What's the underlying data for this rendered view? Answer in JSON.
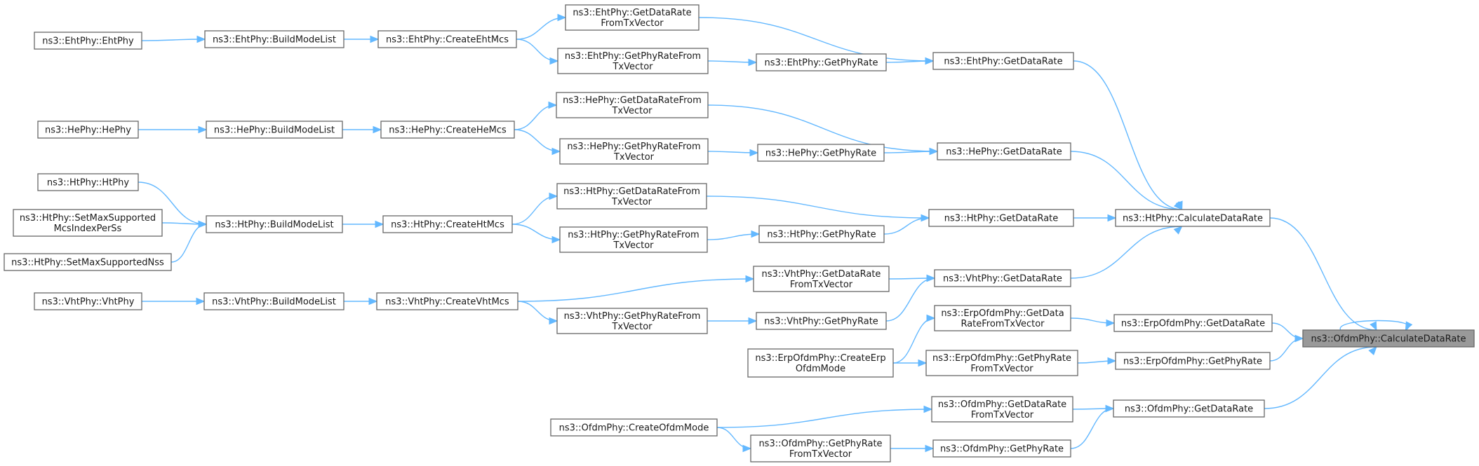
{
  "diagram": {
    "nodes": [
      {
        "id": "n_ofdm_calc",
        "lines": [
          "ns3::OfdmPhy::CalculateDataRate"
        ],
        "root": true
      },
      {
        "id": "n_ht_calc",
        "lines": [
          "ns3::HtPhy::CalculateDataRate"
        ]
      },
      {
        "id": "n_erp_getdr",
        "lines": [
          "ns3::ErpOfdmPhy::GetDataRate"
        ]
      },
      {
        "id": "n_erp_getphy",
        "lines": [
          "ns3::ErpOfdmPhy::GetPhyRate"
        ]
      },
      {
        "id": "n_ofdm_getdr",
        "lines": [
          "ns3::OfdmPhy::GetDataRate"
        ]
      },
      {
        "id": "n_eht_getdr",
        "lines": [
          "ns3::EhtPhy::GetDataRate"
        ]
      },
      {
        "id": "n_he_getdr",
        "lines": [
          "ns3::HePhy::GetDataRate"
        ]
      },
      {
        "id": "n_ht_getdr",
        "lines": [
          "ns3::HtPhy::GetDataRate"
        ]
      },
      {
        "id": "n_vht_getdr",
        "lines": [
          "ns3::VhtPhy::GetDataRate"
        ]
      },
      {
        "id": "n_eht_dr_tx",
        "lines": [
          "ns3::EhtPhy::GetDataRate",
          "FromTxVector"
        ]
      },
      {
        "id": "n_eht_getphyrate",
        "lines": [
          "ns3::EhtPhy::GetPhyRate"
        ]
      },
      {
        "id": "n_eht_phy_tx",
        "lines": [
          "ns3::EhtPhy::GetPhyRateFrom",
          "TxVector"
        ]
      },
      {
        "id": "n_eht_createmcs",
        "lines": [
          "ns3::EhtPhy::CreateEhtMcs"
        ]
      },
      {
        "id": "n_eht_build",
        "lines": [
          "ns3::EhtPhy::BuildModeList"
        ]
      },
      {
        "id": "n_eht_ctor",
        "lines": [
          "ns3::EhtPhy::EhtPhy"
        ]
      },
      {
        "id": "n_he_dr_tx",
        "lines": [
          "ns3::HePhy::GetDataRateFrom",
          "TxVector"
        ]
      },
      {
        "id": "n_he_getphyrate",
        "lines": [
          "ns3::HePhy::GetPhyRate"
        ]
      },
      {
        "id": "n_he_phy_tx",
        "lines": [
          "ns3::HePhy::GetPhyRateFrom",
          "TxVector"
        ]
      },
      {
        "id": "n_he_createmcs",
        "lines": [
          "ns3::HePhy::CreateHeMcs"
        ]
      },
      {
        "id": "n_he_build",
        "lines": [
          "ns3::HePhy::BuildModeList"
        ]
      },
      {
        "id": "n_he_ctor",
        "lines": [
          "ns3::HePhy::HePhy"
        ]
      },
      {
        "id": "n_ht_dr_tx",
        "lines": [
          "ns3::HtPhy::GetDataRateFrom",
          "TxVector"
        ]
      },
      {
        "id": "n_ht_getphyrate",
        "lines": [
          "ns3::HtPhy::GetPhyRate"
        ]
      },
      {
        "id": "n_ht_phy_tx",
        "lines": [
          "ns3::HtPhy::GetPhyRateFrom",
          "TxVector"
        ]
      },
      {
        "id": "n_ht_createmcs",
        "lines": [
          "ns3::HtPhy::CreateHtMcs"
        ]
      },
      {
        "id": "n_ht_build",
        "lines": [
          "ns3::HtPhy::BuildModeList"
        ]
      },
      {
        "id": "n_ht_ctor",
        "lines": [
          "ns3::HtPhy::HtPhy"
        ]
      },
      {
        "id": "n_ht_setmcs",
        "lines": [
          "ns3::HtPhy::SetMaxSupported",
          "McsIndexPerSs"
        ]
      },
      {
        "id": "n_ht_setnss",
        "lines": [
          "ns3::HtPhy::SetMaxSupportedNss"
        ]
      },
      {
        "id": "n_vht_dr_tx",
        "lines": [
          "ns3::VhtPhy::GetDataRate",
          "FromTxVector"
        ]
      },
      {
        "id": "n_vht_getphyrate",
        "lines": [
          "ns3::VhtPhy::GetPhyRate"
        ]
      },
      {
        "id": "n_vht_phy_tx",
        "lines": [
          "ns3::VhtPhy::GetPhyRateFrom",
          "TxVector"
        ]
      },
      {
        "id": "n_vht_createmcs",
        "lines": [
          "ns3::VhtPhy::CreateVhtMcs"
        ]
      },
      {
        "id": "n_vht_build",
        "lines": [
          "ns3::VhtPhy::BuildModeList"
        ]
      },
      {
        "id": "n_vht_ctor",
        "lines": [
          "ns3::VhtPhy::VhtPhy"
        ]
      },
      {
        "id": "n_erp_dr_tx",
        "lines": [
          "ns3::ErpOfdmPhy::GetData",
          "RateFromTxVector"
        ]
      },
      {
        "id": "n_erp_phy_tx",
        "lines": [
          "ns3::ErpOfdmPhy::GetPhyRate",
          "FromTxVector"
        ]
      },
      {
        "id": "n_erp_create",
        "lines": [
          "ns3::ErpOfdmPhy::CreateErp",
          "OfdmMode"
        ]
      },
      {
        "id": "n_ofdm_dr_tx",
        "lines": [
          "ns3::OfdmPhy::GetDataRate",
          "FromTxVector"
        ]
      },
      {
        "id": "n_ofdm_getphyrate",
        "lines": [
          "ns3::OfdmPhy::GetPhyRate"
        ]
      },
      {
        "id": "n_ofdm_phy_tx",
        "lines": [
          "ns3::OfdmPhy::GetPhyRate",
          "FromTxVector"
        ]
      },
      {
        "id": "n_ofdm_create",
        "lines": [
          "ns3::OfdmPhy::CreateOfdmMode"
        ]
      }
    ],
    "edges": [
      {
        "from": "n_ofdm_calc",
        "to": "n_ofdm_calc"
      },
      {
        "from": "n_ht_calc",
        "to": "n_ofdm_calc"
      },
      {
        "from": "n_erp_getdr",
        "to": "n_ofdm_calc"
      },
      {
        "from": "n_erp_getphy",
        "to": "n_ofdm_calc"
      },
      {
        "from": "n_ofdm_getdr",
        "to": "n_ofdm_calc"
      },
      {
        "from": "n_eht_getdr",
        "to": "n_ht_calc"
      },
      {
        "from": "n_he_getdr",
        "to": "n_ht_calc"
      },
      {
        "from": "n_ht_getdr",
        "to": "n_ht_calc"
      },
      {
        "from": "n_vht_getdr",
        "to": "n_ht_calc"
      },
      {
        "from": "n_eht_dr_tx",
        "to": "n_eht_getdr"
      },
      {
        "from": "n_eht_getphyrate",
        "to": "n_eht_getdr"
      },
      {
        "from": "n_eht_phy_tx",
        "to": "n_eht_getphyrate"
      },
      {
        "from": "n_eht_createmcs",
        "to": "n_eht_dr_tx"
      },
      {
        "from": "n_eht_createmcs",
        "to": "n_eht_phy_tx"
      },
      {
        "from": "n_eht_build",
        "to": "n_eht_createmcs"
      },
      {
        "from": "n_eht_ctor",
        "to": "n_eht_build"
      },
      {
        "from": "n_he_dr_tx",
        "to": "n_he_getdr"
      },
      {
        "from": "n_he_getphyrate",
        "to": "n_he_getdr"
      },
      {
        "from": "n_he_phy_tx",
        "to": "n_he_getphyrate"
      },
      {
        "from": "n_he_createmcs",
        "to": "n_he_dr_tx"
      },
      {
        "from": "n_he_createmcs",
        "to": "n_he_phy_tx"
      },
      {
        "from": "n_he_build",
        "to": "n_he_createmcs"
      },
      {
        "from": "n_he_ctor",
        "to": "n_he_build"
      },
      {
        "from": "n_ht_dr_tx",
        "to": "n_ht_getdr"
      },
      {
        "from": "n_ht_getphyrate",
        "to": "n_ht_getdr"
      },
      {
        "from": "n_ht_phy_tx",
        "to": "n_ht_getphyrate"
      },
      {
        "from": "n_ht_createmcs",
        "to": "n_ht_dr_tx"
      },
      {
        "from": "n_ht_createmcs",
        "to": "n_ht_phy_tx"
      },
      {
        "from": "n_ht_build",
        "to": "n_ht_createmcs"
      },
      {
        "from": "n_ht_ctor",
        "to": "n_ht_build"
      },
      {
        "from": "n_ht_setmcs",
        "to": "n_ht_build"
      },
      {
        "from": "n_ht_setnss",
        "to": "n_ht_build"
      },
      {
        "from": "n_vht_dr_tx",
        "to": "n_vht_getdr"
      },
      {
        "from": "n_vht_getphyrate",
        "to": "n_vht_getdr"
      },
      {
        "from": "n_vht_phy_tx",
        "to": "n_vht_getphyrate"
      },
      {
        "from": "n_vht_createmcs",
        "to": "n_vht_dr_tx"
      },
      {
        "from": "n_vht_createmcs",
        "to": "n_vht_phy_tx"
      },
      {
        "from": "n_vht_build",
        "to": "n_vht_createmcs"
      },
      {
        "from": "n_vht_ctor",
        "to": "n_vht_build"
      },
      {
        "from": "n_erp_dr_tx",
        "to": "n_erp_getdr"
      },
      {
        "from": "n_erp_phy_tx",
        "to": "n_erp_getphy"
      },
      {
        "from": "n_erp_create",
        "to": "n_erp_dr_tx"
      },
      {
        "from": "n_erp_create",
        "to": "n_erp_phy_tx"
      },
      {
        "from": "n_ofdm_dr_tx",
        "to": "n_ofdm_getdr"
      },
      {
        "from": "n_ofdm_getphyrate",
        "to": "n_ofdm_getdr"
      },
      {
        "from": "n_ofdm_phy_tx",
        "to": "n_ofdm_getphyrate"
      },
      {
        "from": "n_ofdm_create",
        "to": "n_ofdm_dr_tx"
      },
      {
        "from": "n_ofdm_create",
        "to": "n_ofdm_phy_tx"
      }
    ],
    "colors": {
      "edge": "#63b8ff",
      "node_border": "#666666",
      "root_fill": "#999999",
      "node_fill": "#ffffff",
      "text": "#1a1a1a"
    }
  }
}
